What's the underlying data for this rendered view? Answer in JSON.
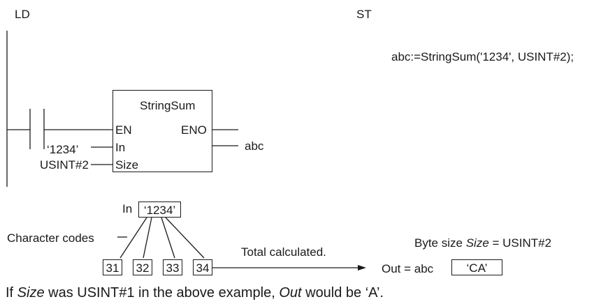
{
  "section_labels": {
    "ld": "LD",
    "st": "ST"
  },
  "st_code": "abc:=StringSum('1234', USINT#2);",
  "function_block": {
    "name": "StringSum",
    "inputs": [
      "EN",
      "In",
      "Size"
    ],
    "outputs": [
      "ENO"
    ]
  },
  "ld_inputs": {
    "in_value": "‘1234’",
    "size_value": "USINT#2"
  },
  "ld_output": "abc",
  "example": {
    "in_label": "In",
    "in_value": "‘1234’",
    "char_codes_label": "Character codes",
    "codes": [
      "31",
      "32",
      "33",
      "34"
    ],
    "arrow_label": "Total calculated.",
    "byte_size_prefix": "Byte size ",
    "byte_size_var": "Size",
    "byte_size_suffix": " = USINT#2",
    "out_label": "Out = abc",
    "out_value": "‘CA’"
  },
  "footnote": {
    "part1": "If ",
    "part2": "Size",
    "part3": " was USINT#1 in the above example, ",
    "part4": "Out",
    "part5": " would be ‘A’."
  }
}
